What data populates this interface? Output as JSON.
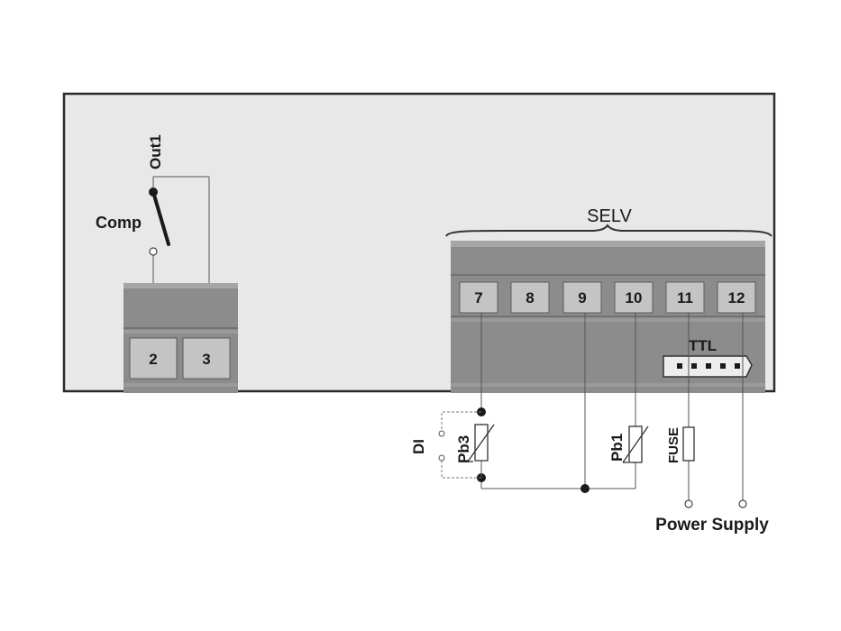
{
  "labels": {
    "out1": "Out1",
    "comp": "Comp",
    "selv": "SELV",
    "ttl": "TTL",
    "di": "DI",
    "pb3": "Pb3",
    "pb1": "Pb1",
    "fuse": "FUSE",
    "power_supply": "Power Supply"
  },
  "left_terminals": [
    "2",
    "3"
  ],
  "right_terminals": [
    "7",
    "8",
    "9",
    "10",
    "11",
    "12"
  ]
}
